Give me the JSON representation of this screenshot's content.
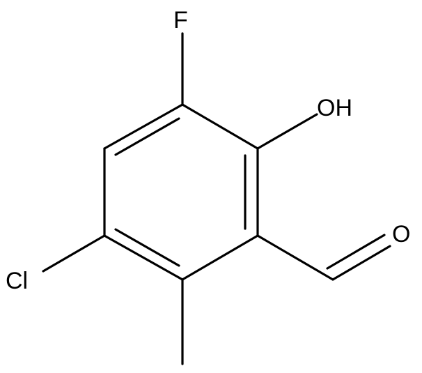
{
  "molecule": {
    "atoms": {
      "fluorine": "F",
      "hydroxyl": "OH",
      "carbonyl_oxygen": "O",
      "chlorine": "Cl"
    },
    "line_color": "#000000",
    "background": "#ffffff"
  }
}
